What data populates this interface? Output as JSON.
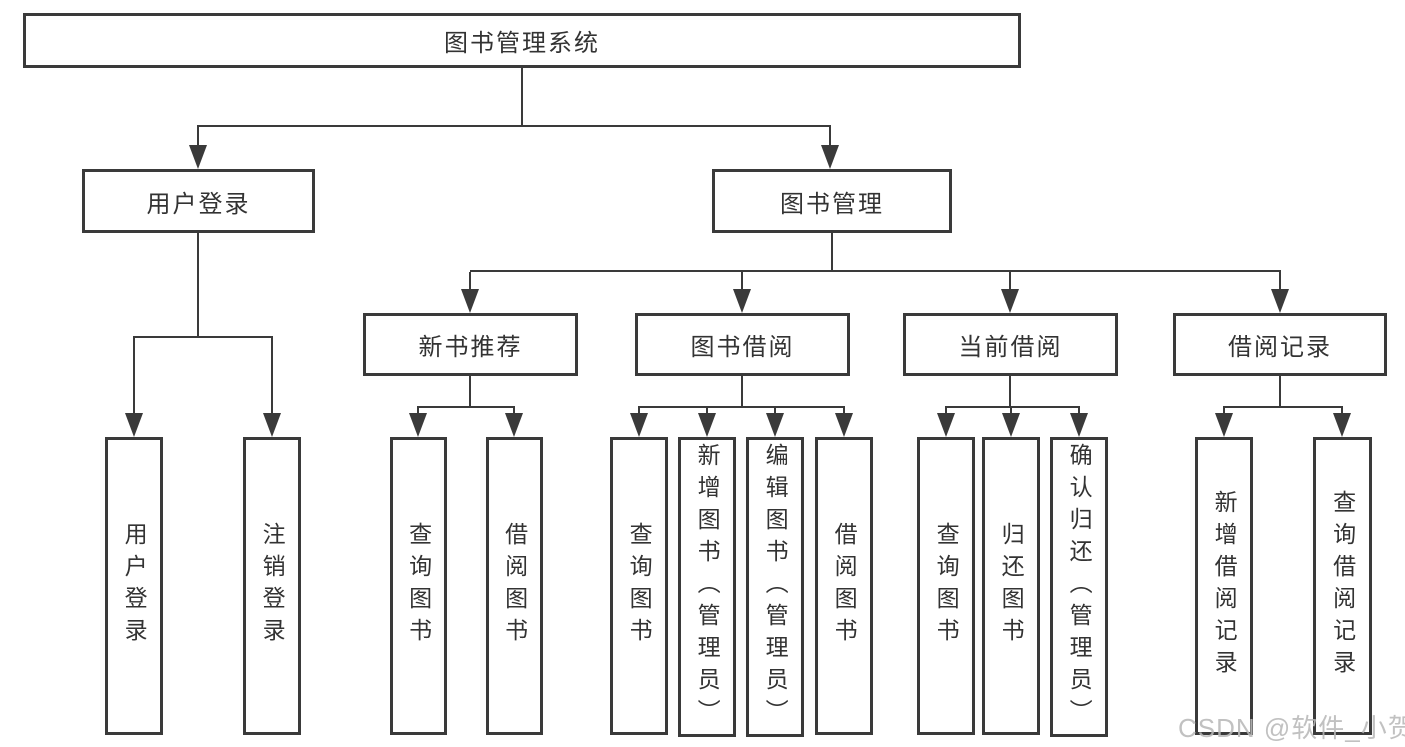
{
  "diagram": {
    "title": "图书管理系统",
    "root": {
      "label": "图书管理系统"
    },
    "level2": [
      {
        "label": "用户登录"
      },
      {
        "label": "图书管理"
      }
    ],
    "level3": [
      {
        "label": "新书推荐"
      },
      {
        "label": "图书借阅"
      },
      {
        "label": "当前借阅"
      },
      {
        "label": "借阅记录"
      }
    ],
    "leaves": {
      "user_login": [
        {
          "label": "用户登录"
        },
        {
          "label": "注销登录"
        }
      ],
      "new_book": [
        {
          "label": "查询图书"
        },
        {
          "label": "借阅图书"
        }
      ],
      "book_borrow": [
        {
          "label": "查询图书"
        },
        {
          "label": "新增图书（管理员）"
        },
        {
          "label": "编辑图书（管理员）"
        },
        {
          "label": "借阅图书"
        }
      ],
      "current_borrow": [
        {
          "label": "查询图书"
        },
        {
          "label": "归还图书"
        },
        {
          "label": "确认归还（管理员）"
        }
      ],
      "records": [
        {
          "label": "新增借阅记录"
        },
        {
          "label": "查询借阅记录"
        }
      ]
    }
  },
  "watermark": "CSDN @软件_小贺同学",
  "colors": {
    "line": "#3a3a3a",
    "border": "#3a3a3a",
    "text": "#333333",
    "watermark": "#b9b9b9",
    "background": "#ffffff"
  }
}
